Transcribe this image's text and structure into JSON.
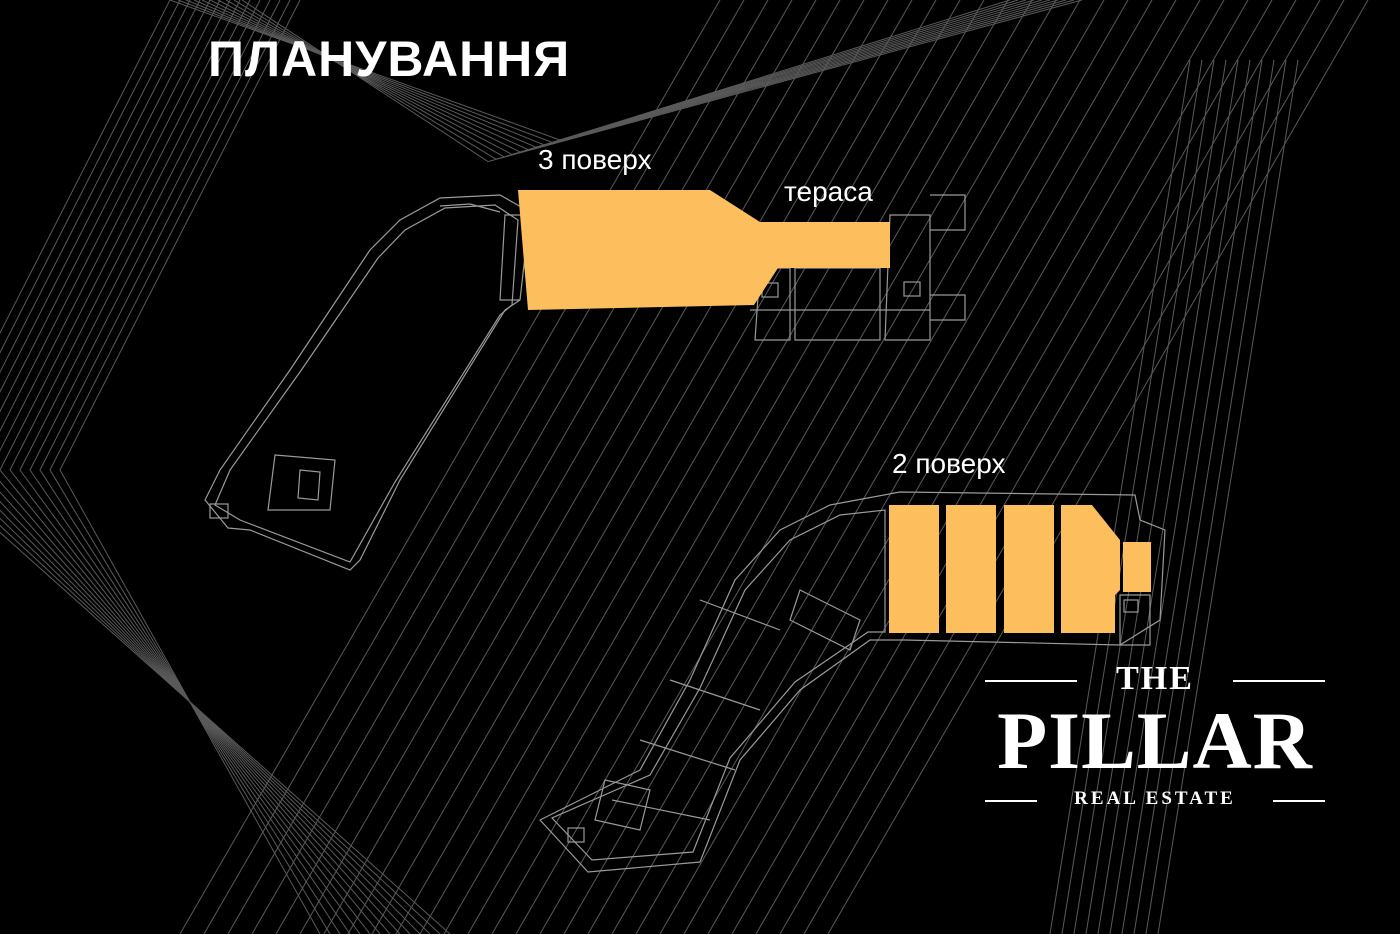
{
  "page": {
    "title": "ПЛАНУВАННЯ"
  },
  "floors": {
    "third": {
      "label": "3 поверх",
      "terrace_label": "тераса"
    },
    "second": {
      "label": "2 поверх"
    }
  },
  "logo": {
    "line1": "THE",
    "line2": "PILLAR",
    "line3": "REAL ESTATE"
  },
  "colors": {
    "background": "#000000",
    "highlight": "#FDBE5E",
    "linework": "#8a8a8a"
  }
}
